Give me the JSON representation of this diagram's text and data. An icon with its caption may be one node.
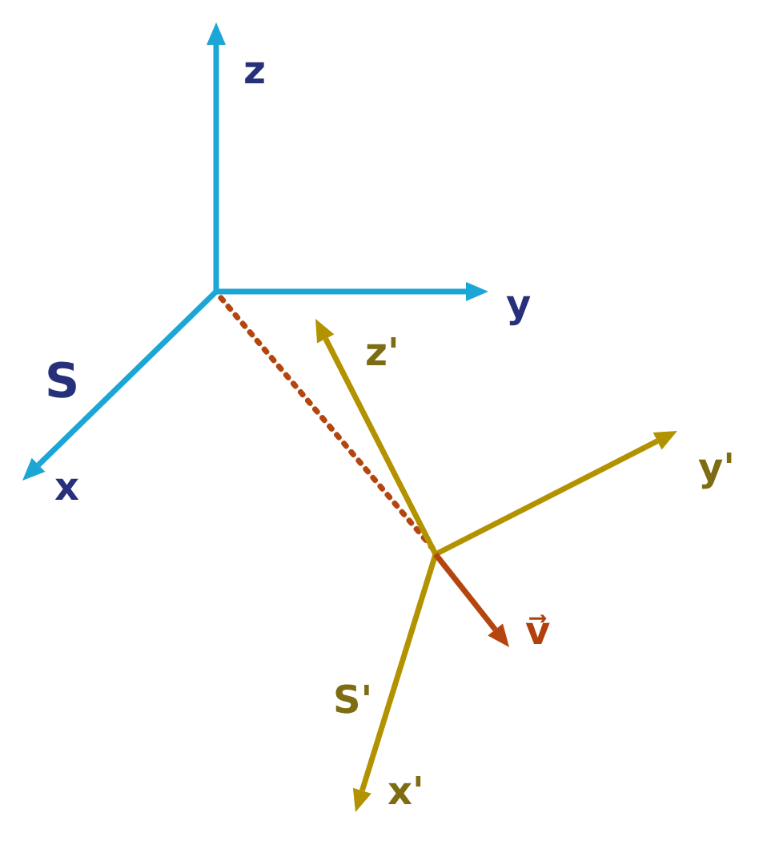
{
  "diagram": {
    "labels": [
      "z",
      "y",
      "S",
      "x",
      "z'",
      "y'",
      "v⃗",
      "S'",
      "x'"
    ]
  }
}
